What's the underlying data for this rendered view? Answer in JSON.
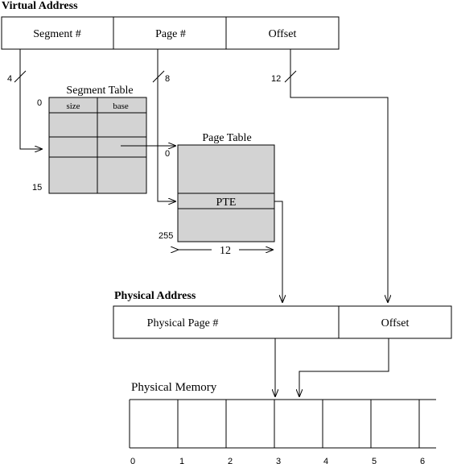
{
  "colors": {
    "line": "#000000",
    "table_fill": "#d3d3d3",
    "background": "#ffffff"
  },
  "virtual_address": {
    "title": "Virtual Address",
    "fields": [
      "Segment #",
      "Page #",
      "Offset"
    ],
    "bit_widths": [
      "4",
      "8",
      "12"
    ]
  },
  "segment_table": {
    "title": "Segment Table",
    "columns": [
      "size",
      "base"
    ],
    "first_index": "0",
    "last_index": "15"
  },
  "page_table": {
    "title": "Page Table",
    "entry_label": "PTE",
    "first_index": "0",
    "last_index": "255",
    "width_label": "12"
  },
  "physical_address": {
    "title": "Physical Address",
    "fields": [
      "Physical Page #",
      "Offset"
    ]
  },
  "physical_memory": {
    "title": "Physical Memory",
    "frame_labels": [
      "0",
      "1",
      "2",
      "3",
      "4",
      "5",
      "6"
    ]
  }
}
